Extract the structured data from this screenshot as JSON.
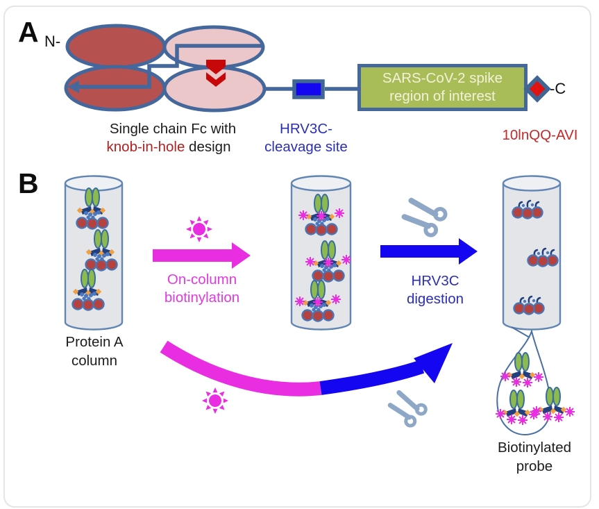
{
  "panel_a": {
    "label": "A",
    "n_terminus": "N-",
    "c_terminus": "-C",
    "fc_caption": {
      "line1": "Single chain Fc with",
      "knob": "knob-in-hole",
      "rest": " design"
    },
    "cleavage": {
      "line1": "HRV3C-",
      "line2": "cleavage site"
    },
    "spike_box": {
      "line1": "SARS-CoV-2 spike",
      "line2": "region of interest"
    },
    "tag": "10lnQQ-AVI"
  },
  "panel_b": {
    "label": "B",
    "column_label": {
      "line1": "Protein A",
      "line2": "column"
    },
    "step1": {
      "line1": "On-column",
      "line2": "biotinylation"
    },
    "step2": {
      "line1": "HRV3C",
      "line2": "digestion"
    },
    "product": {
      "line1": "Biotinylated",
      "line2": "probe"
    }
  },
  "icons": {
    "biotinylation": "sun-icon",
    "digestion": "scissors-icon",
    "biotin": "burst-icon"
  },
  "colors": {
    "steel_blue": "#44679c",
    "column_stroke": "#6286b4",
    "dark_red_ellipse": "#b5514e",
    "pink_ellipse": "#ebc7ca",
    "knob_chevron_red": "#c70808",
    "bright_blue": "#1406f0",
    "green_box": "#a8bd57",
    "magenta": "#e92ee2",
    "blue_text": "#2b2fb4",
    "red_text": "#c62828",
    "spike_green": "#8cba4e",
    "navy": "#22407e",
    "orange": "#f09f43",
    "fc_red": "#b5423e",
    "scissors_gray_blue": "#8ea7c6"
  }
}
